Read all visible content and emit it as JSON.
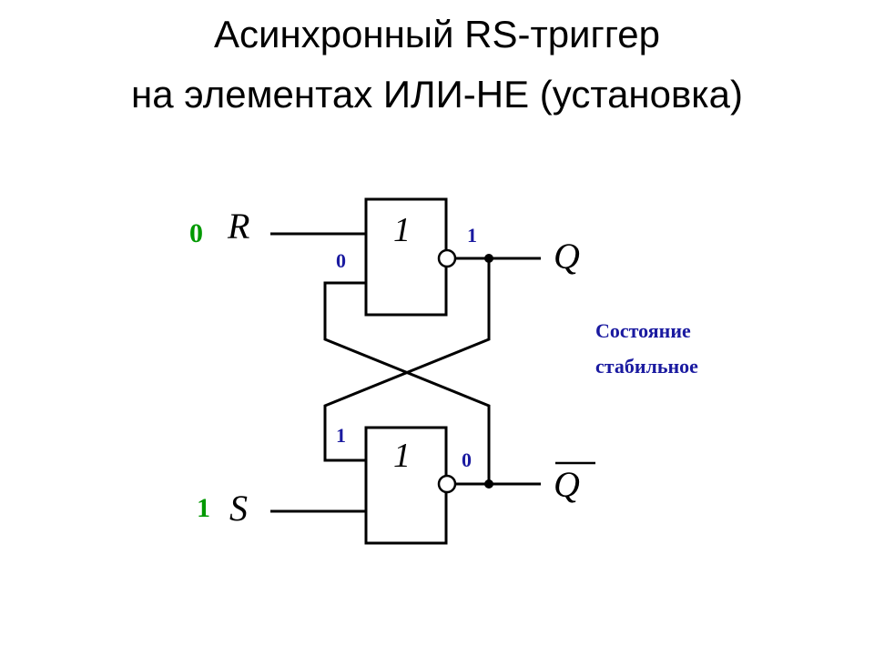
{
  "title": {
    "line1": "Асинхронный RS-триггер",
    "line2": "на элементах ИЛИ-НЕ (установка)"
  },
  "gates": {
    "top_symbol": "1",
    "bottom_symbol": "1"
  },
  "inputs": {
    "r_name": "R",
    "r_value": "0",
    "s_name": "S",
    "s_value": "1"
  },
  "outputs": {
    "q_name": "Q",
    "q_value": "1",
    "qbar_name": "Q",
    "qbar_value": "0"
  },
  "feedback_values": {
    "top_gate_second_input": "0",
    "bottom_gate_first_input": "1"
  },
  "state_note": {
    "line1": "Состояние",
    "line2": "стабильное"
  },
  "colors": {
    "input_values": "#009900",
    "node_values": "#1a1aa0",
    "note": "#1a1aa0",
    "lines": "#000000"
  }
}
